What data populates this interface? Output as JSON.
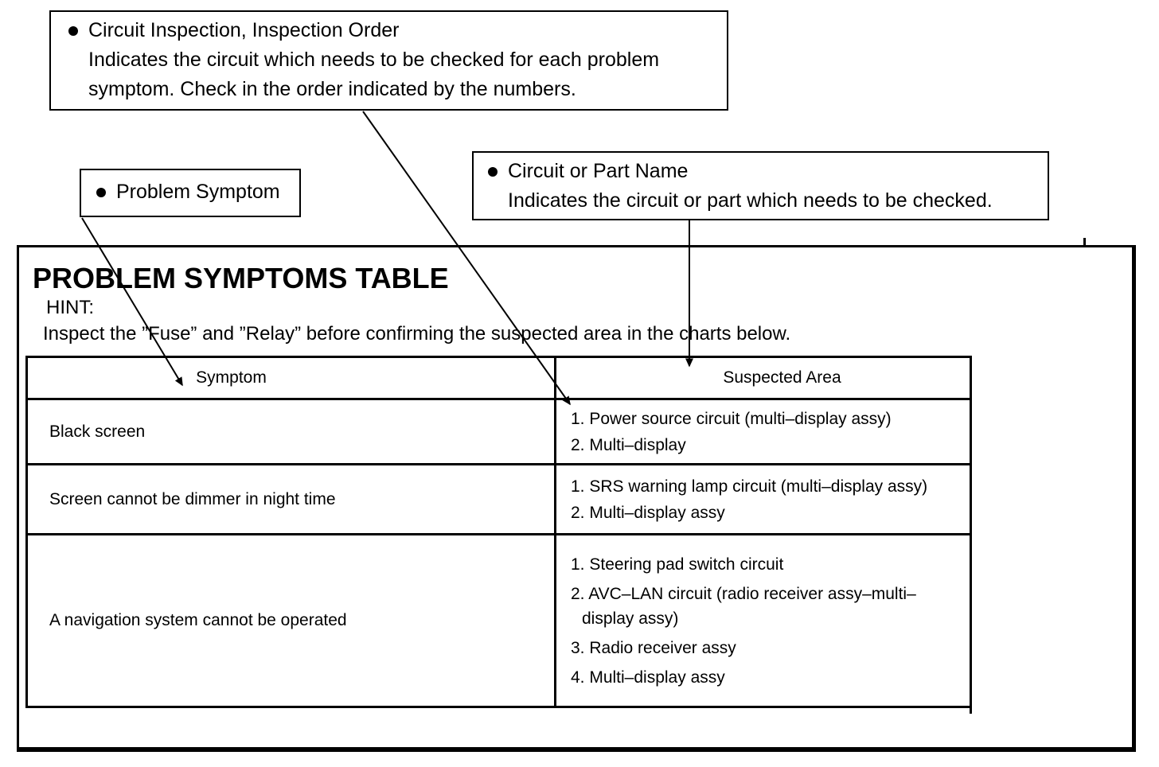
{
  "callouts": {
    "inspection_order": {
      "title": "Circuit Inspection, Inspection Order",
      "desc_line1": "Indicates the circuit which needs to be checked for each problem",
      "desc_line2": "symptom. Check in the order indicated by the numbers."
    },
    "problem_symptom": {
      "title": "Problem Symptom"
    },
    "circuit_part_name": {
      "title": "Circuit or Part Name",
      "desc_line1": "Indicates the circuit or part which needs to be checked."
    }
  },
  "panel": {
    "title": "PROBLEM SYMPTOMS TABLE",
    "hint_label": "HINT:",
    "hint_text": "Inspect the ”Fuse” and ”Relay” before confirming the suspected area in the charts below."
  },
  "table": {
    "headers": {
      "symptom": "Symptom",
      "suspected_area": "Suspected Area"
    },
    "rows": [
      {
        "symptom": "Black screen",
        "suspected": [
          "1. Power source circuit (multi–display assy)",
          "2. Multi–display"
        ]
      },
      {
        "symptom": "Screen cannot be dimmer in night time",
        "suspected": [
          "1. SRS warning lamp circuit (multi–display assy)",
          "2. Multi–display assy"
        ]
      },
      {
        "symptom": "A navigation system cannot be operated",
        "suspected": [
          "1. Steering pad switch circuit",
          "2. AVC–LAN circuit (radio receiver assy–multi–",
          "display assy)",
          "3. Radio receiver assy",
          "4. Multi–display assy"
        ]
      }
    ]
  },
  "colors": {
    "ink": "#000000",
    "paper": "#ffffff"
  }
}
